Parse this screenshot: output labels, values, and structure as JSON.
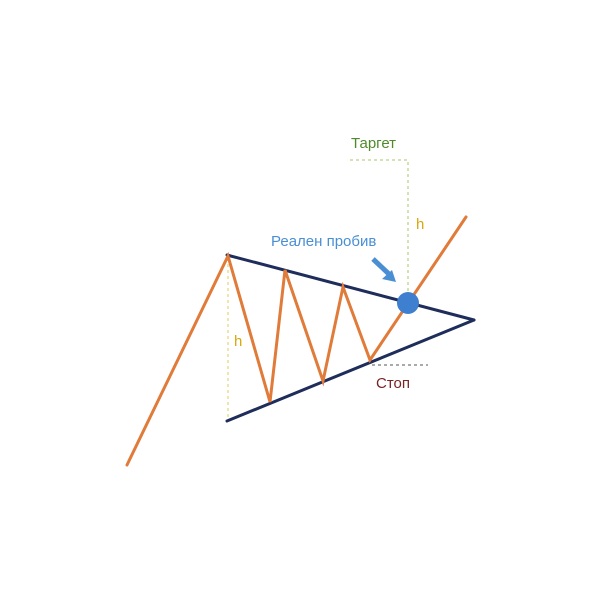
{
  "labels": {
    "target": "Таргет",
    "breakout": "Реален пробив",
    "height_right": "h",
    "height_left": "h",
    "stop": "Стоп"
  },
  "colors": {
    "price_line": "#e07b39",
    "triangle": "#1e2d5a",
    "breakout_marker": "#3e7fcf",
    "breakout_label": "#4a8fd4",
    "target_label": "#4f8a2a",
    "stop_label": "#7a2424",
    "height_label": "#d8a80a",
    "target_guide": "#a9c76a",
    "height_guide": "#e2cd5a",
    "stop_guide": "#555555"
  }
}
